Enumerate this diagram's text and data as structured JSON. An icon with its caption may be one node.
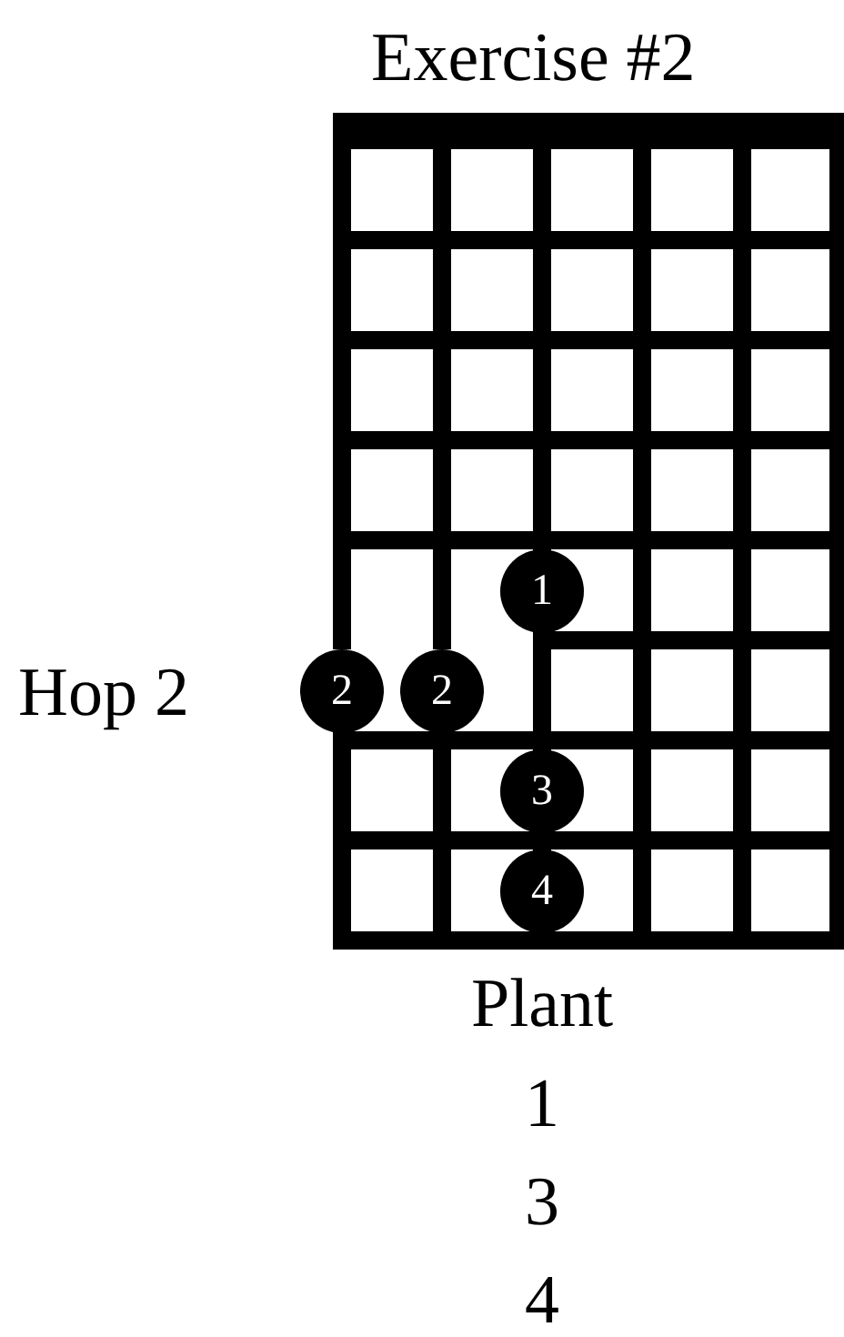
{
  "diagram": {
    "title": "Exercise #2",
    "nodes": [
      {
        "text": [
          "1"
        ]
      },
      {
        "text": [
          "2"
        ]
      },
      {
        "text": [
          "2"
        ]
      },
      {
        "text": [
          "3"
        ]
      },
      {
        "text": [
          "4"
        ]
      }
    ],
    "labels": [
      "Hop 2",
      "Plant",
      "1",
      "3",
      "4"
    ]
  }
}
